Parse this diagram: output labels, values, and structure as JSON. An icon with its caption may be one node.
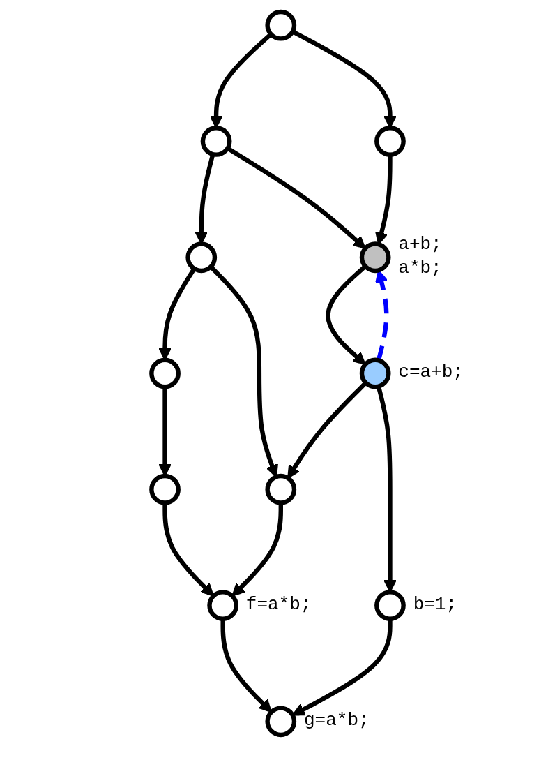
{
  "diagram": {
    "nodes": [
      {
        "text": [],
        "shape": "circle"
      },
      {
        "text": [],
        "shape": "circle"
      },
      {
        "text": [],
        "shape": "circle"
      },
      {
        "text": [],
        "shape": "circle"
      },
      {
        "text": [],
        "shape": "circle",
        "beside": [
          "a+b;",
          "a*b;"
        ]
      },
      {
        "text": [],
        "shape": "circle"
      },
      {
        "text": [],
        "shape": "circle",
        "beside": [
          "c=a+b;"
        ]
      },
      {
        "text": [],
        "shape": "circle"
      },
      {
        "text": [],
        "shape": "circle"
      },
      {
        "text": [],
        "shape": "circle",
        "beside": [
          "b=1;"
        ]
      },
      {
        "text": [],
        "shape": "circle",
        "beside": [
          "f=a*b;"
        ]
      },
      {
        "text": [],
        "shape": "circle",
        "beside": [
          "g=a*b;"
        ]
      }
    ],
    "edges": [
      {
        "from": 0,
        "to": 1,
        "arrow": "to"
      },
      {
        "from": 0,
        "to": 2,
        "arrow": "to"
      },
      {
        "from": 1,
        "to": 3,
        "arrow": "to"
      },
      {
        "from": 1,
        "to": 4,
        "arrow": "to"
      },
      {
        "from": 2,
        "to": 4,
        "arrow": "to"
      },
      {
        "from": 3,
        "to": 5,
        "arrow": "to"
      },
      {
        "from": 3,
        "to": 7,
        "arrow": "to"
      },
      {
        "from": 4,
        "to": 6,
        "arrow": "to"
      },
      {
        "from": 6,
        "to": 4,
        "arrow": "to",
        "style": "dashed",
        "color": "#0000ff"
      },
      {
        "from": 5,
        "to": 8,
        "arrow": "to"
      },
      {
        "from": 6,
        "to": 7,
        "arrow": "to"
      },
      {
        "from": 6,
        "to": 9,
        "arrow": "to"
      },
      {
        "from": 8,
        "to": 10,
        "arrow": "to"
      },
      {
        "from": 7,
        "to": 10,
        "arrow": "to"
      },
      {
        "from": 9,
        "to": 11,
        "arrow": "to"
      },
      {
        "from": 10,
        "to": 11,
        "arrow": "to"
      }
    ]
  }
}
